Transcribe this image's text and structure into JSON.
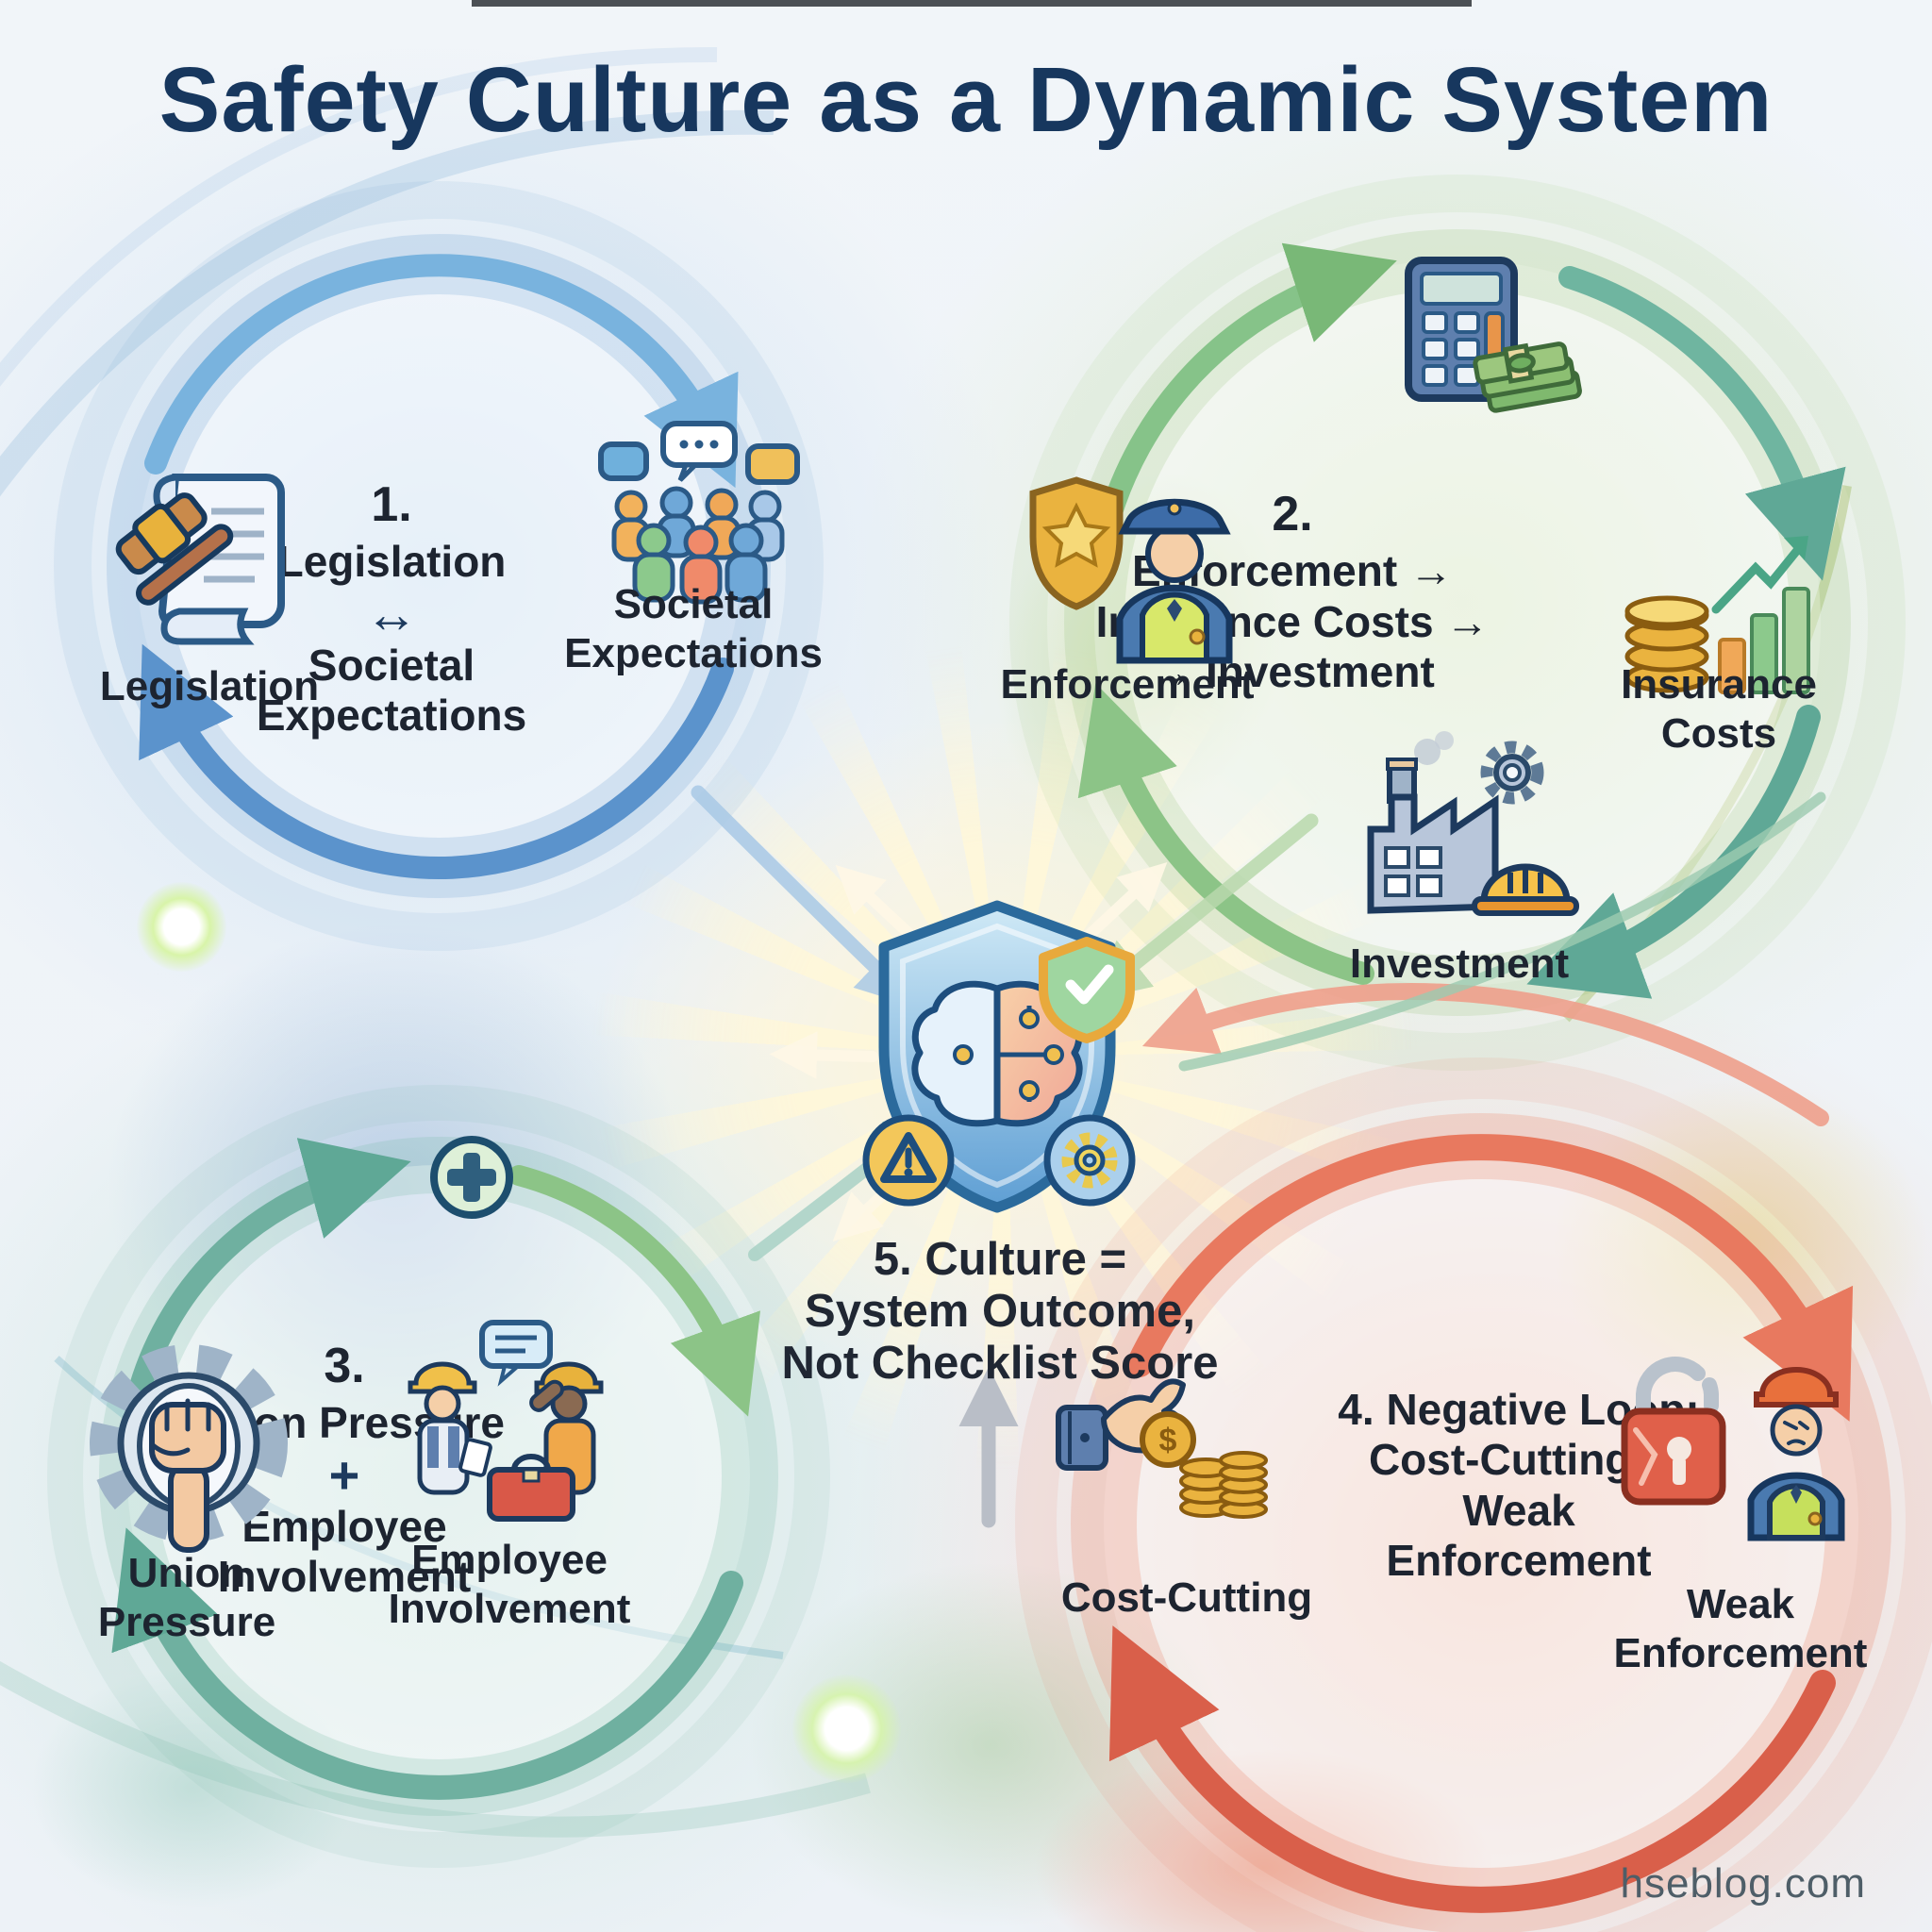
{
  "title": "Safety Culture as a Dynamic System",
  "watermark": "hseblog.com",
  "colors": {
    "title": "#17375e",
    "body_text": "#1d2430",
    "loop1_arrow": "#5b93cc",
    "loop2_arrow": "#79b877",
    "loop3_arrow": "#6fb0a0",
    "loop4_arrow": "#d95f4a",
    "center_glow": "#fff4d2"
  },
  "loops": {
    "loop1": {
      "number": "1.",
      "heading": [
        "Legislation",
        "↔",
        "Societal",
        "Expectations"
      ],
      "left_label": "Legislation",
      "right_label": "Societal Expectations",
      "icons": {
        "left": "gavel-scroll-icon",
        "right": "crowd-speech-icon"
      }
    },
    "loop2": {
      "number": "2.",
      "heading": [
        "Enforcement →",
        "Insurance Costs →",
        "→ Investment"
      ],
      "left_label": "Enforcement",
      "right_label": "Insurance Costs",
      "bottom_label": "Investment",
      "icons": {
        "left": "badge-officer-icon",
        "top": "calculator-money-icon",
        "right": "coins-chart-icon",
        "bottom": "factory-gear-helmet-icon"
      }
    },
    "loop3": {
      "number": "3.",
      "heading": [
        "Union Pressure",
        "+",
        "Employee",
        "Involvement"
      ],
      "left_label": "Union Pressure",
      "right_label": "Employee Involvement",
      "icons": {
        "left": "gear-fist-icon",
        "right": "workers-toolbox-icon",
        "top": "plus-circle-icon"
      }
    },
    "loop4": {
      "heading": [
        "4. Negative Loop:",
        "Cost-Cutting +",
        "Weak",
        "Enforcement"
      ],
      "left_label": "Cost-Cutting",
      "right_label": "Weak Enforcement",
      "icons": {
        "left": "hand-coin-icon",
        "right": "broken-lock-worker-icon"
      }
    }
  },
  "center": {
    "heading": [
      "5. Culture =",
      "System Outcome,",
      "Not Checklist Score"
    ],
    "icons": {
      "main": "brain-shield-icon",
      "badge": "check-shield-icon",
      "warning": "warning-triangle-icon",
      "gear": "gear-circle-icon"
    }
  }
}
